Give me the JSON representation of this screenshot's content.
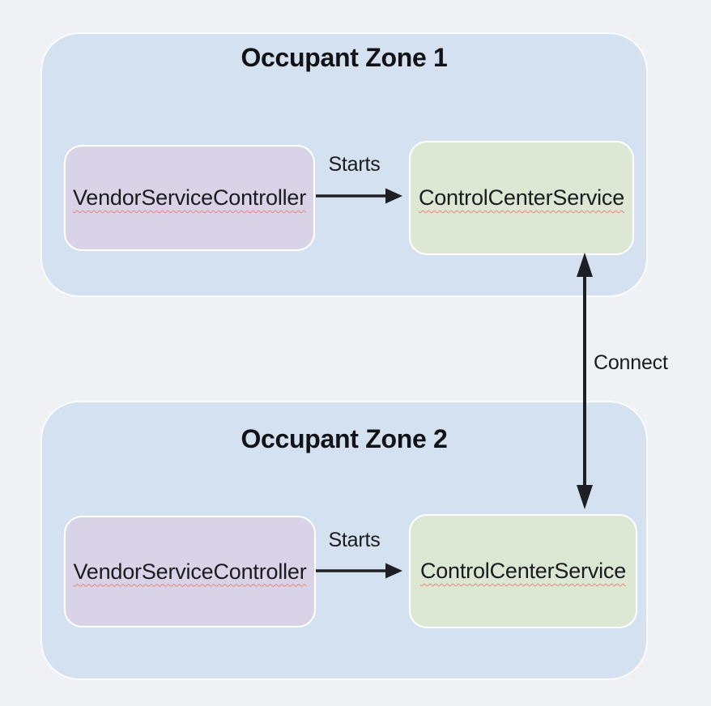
{
  "diagram": {
    "zones": [
      {
        "title": "Occupant Zone 1",
        "controller_label": "VendorServiceController",
        "service_label": "ControlCenterService",
        "edge_label": "Starts"
      },
      {
        "title": "Occupant Zone 2",
        "controller_label": "VendorServiceController",
        "service_label": "ControlCenterService",
        "edge_label": "Starts"
      }
    ],
    "connector": {
      "label": "Connect",
      "style": "double-headed-vertical-arrow"
    },
    "colors": {
      "background": "#f0f1f4",
      "zone_fill": "#d4e1f1",
      "zone_border": "#fafbfd",
      "controller_fill": "#d9d3e8",
      "service_fill": "#dce8d3",
      "node_border": "#ffffff",
      "arrow": "#1e1f22",
      "text": "#1a1b1e",
      "title_text": "#111215",
      "spellcheck_squiggle": "#e8857a"
    }
  }
}
